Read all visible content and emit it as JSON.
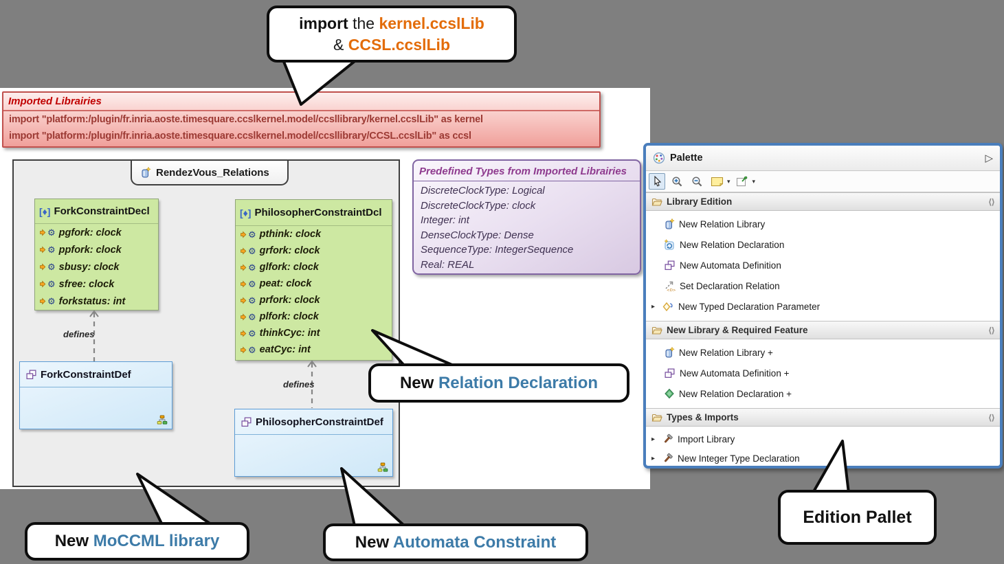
{
  "callouts": {
    "import_note": {
      "bold": "import",
      "mid": " the ",
      "orange1": "kernel.ccslLib",
      "amp": "& ",
      "orange2": "CCSL.ccslLib"
    },
    "relation": {
      "black": "New ",
      "blue": "Relation Declaration"
    },
    "moccml": {
      "black": "New ",
      "blue": "MoCCML library"
    },
    "automata": {
      "black": "New ",
      "blue": "Automata Constraint"
    },
    "edition": {
      "text": "Edition Pallet"
    }
  },
  "imported_panel": {
    "title": "Imported Librairies",
    "lines": [
      "import \"platform:/plugin/fr.inria.aoste.timesquare.ccslkernel.model/ccsllibrary/kernel.ccslLib\" as kernel",
      "import \"platform:/plugin/fr.inria.aoste.timesquare.ccslkernel.model/ccsllibrary/CCSL.ccslLib\" as ccsl"
    ]
  },
  "types_panel": {
    "title": "Predefined Types from Imported Librairies",
    "items": [
      "DiscreteClockType: Logical",
      "DiscreteClockType: clock",
      "Integer: int",
      "DenseClockType: Dense",
      "SequenceType: IntegerSequence",
      "Real: REAL"
    ]
  },
  "diagram": {
    "tab_label": "RendezVous_Relations",
    "edge_label": "defines",
    "decl_prefix": "[♦]",
    "decl_boxes": [
      {
        "title": "ForkConstraintDecl",
        "items": [
          "pgfork: clock",
          "ppfork: clock",
          "sbusy: clock",
          "sfree: clock",
          "forkstatus: int"
        ]
      },
      {
        "title": "PhilosopherConstraintDcl",
        "items": [
          "pthink: clock",
          "grfork: clock",
          "glfork: clock",
          "peat: clock",
          "prfork: clock",
          "plfork: clock",
          "thinkCyc: int",
          "eatCyc: int"
        ]
      }
    ],
    "def_boxes": [
      {
        "title": "ForkConstraintDef"
      },
      {
        "title": "PhilosopherConstraintDef"
      }
    ]
  },
  "palette": {
    "title": "Palette",
    "collapse_icon": "▷",
    "pin_icon": "⟨⟩",
    "expander_icon": "▸",
    "gear_icon": "⚙",
    "sections": [
      {
        "label": "Library Edition",
        "items": [
          {
            "label": "New Relation Library"
          },
          {
            "label": "New Relation Declaration"
          },
          {
            "label": "New Automata Definition"
          },
          {
            "label": "Set Declaration Relation"
          },
          {
            "label": "New Typed Declaration Parameter"
          }
        ]
      },
      {
        "label": "New Library & Required Feature",
        "items": [
          {
            "label": "New Relation Library +"
          },
          {
            "label": "New Automata Definition +"
          },
          {
            "label": "New Relation Declaration +"
          }
        ]
      },
      {
        "label": "Types & Imports",
        "items": [
          {
            "label": "Import Library"
          },
          {
            "label": "New Integer Type Declaration"
          }
        ]
      }
    ]
  },
  "colors": {
    "background": "#7f7f7f",
    "callout_blue": "#3d7ba8",
    "callout_orange": "#e36c09",
    "palette_border": "#4a7ebc",
    "imported_red": "#c00000",
    "types_purple": "#8e3a8e",
    "decl_green_fill": "#cde8a2",
    "def_blue_border": "#5b9bd5"
  }
}
